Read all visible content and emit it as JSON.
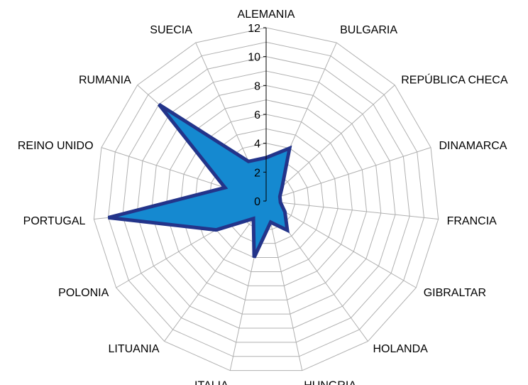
{
  "chart_data": {
    "type": "radar",
    "title": "",
    "categories": [
      "ALEMANIA",
      "BULGARIA",
      "REPÚBLICA CHECA",
      "DINAMARCA",
      "FRANCIA",
      "GIBRALTAR",
      "HOLANDA",
      "HUNGRIA",
      "ITALIA",
      "LITUANIA",
      "POLONIA",
      "PORTUGAL",
      "REINO UNIDO",
      "RUMANIA",
      "SUECIA"
    ],
    "series": [
      {
        "values": [
          3,
          4,
          1.5,
          1,
          1,
          1.5,
          2.5,
          1.5,
          4,
          1.5,
          4,
          11,
          3,
          10,
          3
        ]
      }
    ],
    "rlim": [
      0,
      12
    ],
    "ticks": [
      0,
      2,
      4,
      6,
      8,
      10,
      12
    ],
    "grid": true,
    "legend": "none",
    "colors": {
      "fill": "#1589d0",
      "stroke": "#23348a",
      "grid": "#b0b0b0"
    }
  }
}
